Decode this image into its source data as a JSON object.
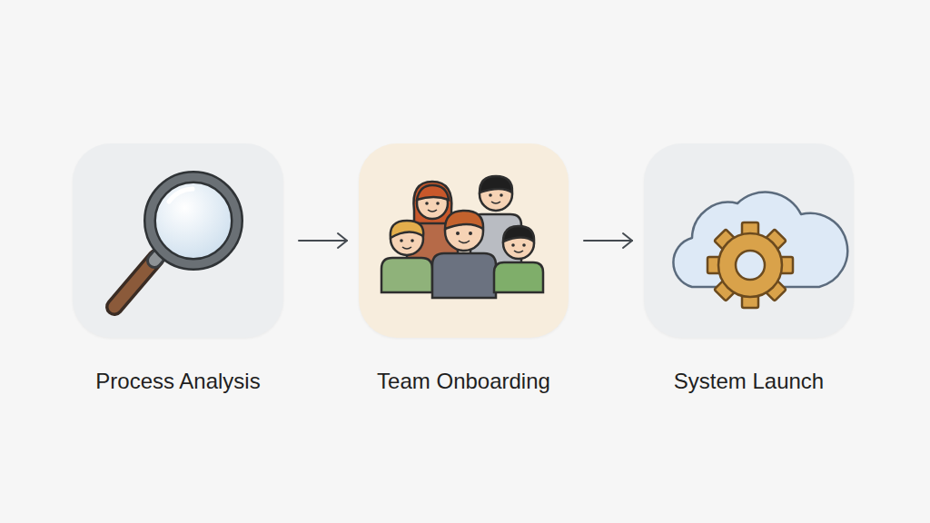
{
  "diagram": {
    "nodes": [
      {
        "text": [
          "Process Analysis"
        ]
      },
      {
        "text": [
          "Team Onboarding"
        ]
      },
      {
        "text": [
          "System Launch"
        ]
      }
    ],
    "edges": [
      {
        "from": 0,
        "to": 1,
        "arrow": "to"
      },
      {
        "from": 1,
        "to": 2,
        "arrow": "to"
      }
    ]
  }
}
